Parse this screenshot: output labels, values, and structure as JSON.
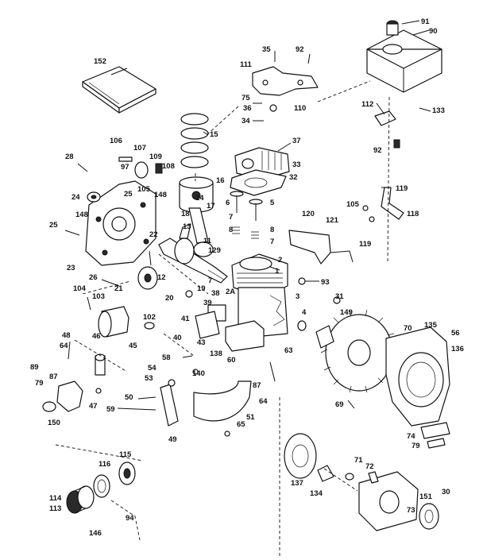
{
  "diagram": {
    "callouts": [
      {
        "id": "c-91",
        "text": "91"
      },
      {
        "id": "c-90",
        "text": "90"
      },
      {
        "id": "c-35",
        "text": "35"
      },
      {
        "id": "c-92a",
        "text": "92"
      },
      {
        "id": "c-111",
        "text": "111"
      },
      {
        "id": "c-152",
        "text": "152"
      },
      {
        "id": "c-75",
        "text": "75"
      },
      {
        "id": "c-36",
        "text": "36"
      },
      {
        "id": "c-110",
        "text": "110"
      },
      {
        "id": "c-112",
        "text": "112"
      },
      {
        "id": "c-133",
        "text": "133"
      },
      {
        "id": "c-34",
        "text": "34"
      },
      {
        "id": "c-37",
        "text": "37"
      },
      {
        "id": "c-15",
        "text": "15"
      },
      {
        "id": "c-92b",
        "text": "92"
      },
      {
        "id": "c-106",
        "text": "106"
      },
      {
        "id": "c-107",
        "text": "107"
      },
      {
        "id": "c-28",
        "text": "28"
      },
      {
        "id": "c-109",
        "text": "109"
      },
      {
        "id": "c-108",
        "text": "108"
      },
      {
        "id": "c-33",
        "text": "33"
      },
      {
        "id": "c-97",
        "text": "97"
      },
      {
        "id": "c-105a",
        "text": "105"
      },
      {
        "id": "c-32",
        "text": "32"
      },
      {
        "id": "c-16",
        "text": "16"
      },
      {
        "id": "c-24",
        "text": "24"
      },
      {
        "id": "c-25a",
        "text": "25"
      },
      {
        "id": "c-148a",
        "text": "148"
      },
      {
        "id": "c-14",
        "text": "14"
      },
      {
        "id": "c-119a",
        "text": "119"
      },
      {
        "id": "c-6",
        "text": "6"
      },
      {
        "id": "c-5",
        "text": "5"
      },
      {
        "id": "c-17",
        "text": "17"
      },
      {
        "id": "c-148b",
        "text": "148"
      },
      {
        "id": "c-18",
        "text": "18"
      },
      {
        "id": "c-7a",
        "text": "7"
      },
      {
        "id": "c-120",
        "text": "120"
      },
      {
        "id": "c-105b",
        "text": "105"
      },
      {
        "id": "c-118",
        "text": "118"
      },
      {
        "id": "c-121",
        "text": "121"
      },
      {
        "id": "c-25b",
        "text": "25"
      },
      {
        "id": "c-13",
        "text": "13"
      },
      {
        "id": "c-22",
        "text": "22"
      },
      {
        "id": "c-8a",
        "text": "8"
      },
      {
        "id": "c-8b",
        "text": "8"
      },
      {
        "id": "c-119b",
        "text": "119"
      },
      {
        "id": "c-11",
        "text": "11"
      },
      {
        "id": "c-7b",
        "text": "7"
      },
      {
        "id": "c-23",
        "text": "23"
      },
      {
        "id": "c-129",
        "text": "129"
      },
      {
        "id": "c-2",
        "text": "2"
      },
      {
        "id": "c-26",
        "text": "26"
      },
      {
        "id": "c-1",
        "text": "1"
      },
      {
        "id": "c-12",
        "text": "12"
      },
      {
        "id": "c-21",
        "text": "21"
      },
      {
        "id": "c-7c",
        "text": "7"
      },
      {
        "id": "c-93",
        "text": "93"
      },
      {
        "id": "c-104",
        "text": "104"
      },
      {
        "id": "c-19",
        "text": "19"
      },
      {
        "id": "c-2A",
        "text": "2A"
      },
      {
        "id": "c-103",
        "text": "103"
      },
      {
        "id": "c-20",
        "text": "20"
      },
      {
        "id": "c-38",
        "text": "38"
      },
      {
        "id": "c-39",
        "text": "39"
      },
      {
        "id": "c-3",
        "text": "3"
      },
      {
        "id": "c-31",
        "text": "31"
      },
      {
        "id": "c-4",
        "text": "4"
      },
      {
        "id": "c-149",
        "text": "149"
      },
      {
        "id": "c-102",
        "text": "102"
      },
      {
        "id": "c-41",
        "text": "41"
      },
      {
        "id": "c-70",
        "text": "70"
      },
      {
        "id": "c-135",
        "text": "135"
      },
      {
        "id": "c-56",
        "text": "56"
      },
      {
        "id": "c-40",
        "text": "40"
      },
      {
        "id": "c-48",
        "text": "48"
      },
      {
        "id": "c-46",
        "text": "46"
      },
      {
        "id": "c-43",
        "text": "43"
      },
      {
        "id": "c-45",
        "text": "45"
      },
      {
        "id": "c-64a",
        "text": "64"
      },
      {
        "id": "c-136",
        "text": "136"
      },
      {
        "id": "c-63",
        "text": "63"
      },
      {
        "id": "c-138",
        "text": "138"
      },
      {
        "id": "c-58",
        "text": "58"
      },
      {
        "id": "c-60",
        "text": "60"
      },
      {
        "id": "c-140",
        "text": "140"
      },
      {
        "id": "c-89",
        "text": "89"
      },
      {
        "id": "c-54",
        "text": "54"
      },
      {
        "id": "c-87a",
        "text": "87"
      },
      {
        "id": "c-79a",
        "text": "79"
      },
      {
        "id": "c-87b",
        "text": "87"
      },
      {
        "id": "c-53",
        "text": "53"
      },
      {
        "id": "c-50",
        "text": "50"
      },
      {
        "id": "c-47",
        "text": "47"
      },
      {
        "id": "c-64b",
        "text": "64"
      },
      {
        "id": "c-69",
        "text": "69"
      },
      {
        "id": "c-59",
        "text": "59"
      },
      {
        "id": "c-150",
        "text": "150"
      },
      {
        "id": "c-51",
        "text": "51"
      },
      {
        "id": "c-65",
        "text": "65"
      },
      {
        "id": "c-49",
        "text": "49"
      },
      {
        "id": "c-74",
        "text": "74"
      },
      {
        "id": "c-79b",
        "text": "79"
      },
      {
        "id": "c-115",
        "text": "115"
      },
      {
        "id": "c-116",
        "text": "116"
      },
      {
        "id": "c-137",
        "text": "137"
      },
      {
        "id": "c-71",
        "text": "71"
      },
      {
        "id": "c-72",
        "text": "72"
      },
      {
        "id": "c-30",
        "text": "30"
      },
      {
        "id": "c-114",
        "text": "114"
      },
      {
        "id": "c-113",
        "text": "113"
      },
      {
        "id": "c-134",
        "text": "134"
      },
      {
        "id": "c-151",
        "text": "151"
      },
      {
        "id": "c-94",
        "text": "94"
      },
      {
        "id": "c-73",
        "text": "73"
      },
      {
        "id": "c-146",
        "text": "146"
      }
    ]
  }
}
